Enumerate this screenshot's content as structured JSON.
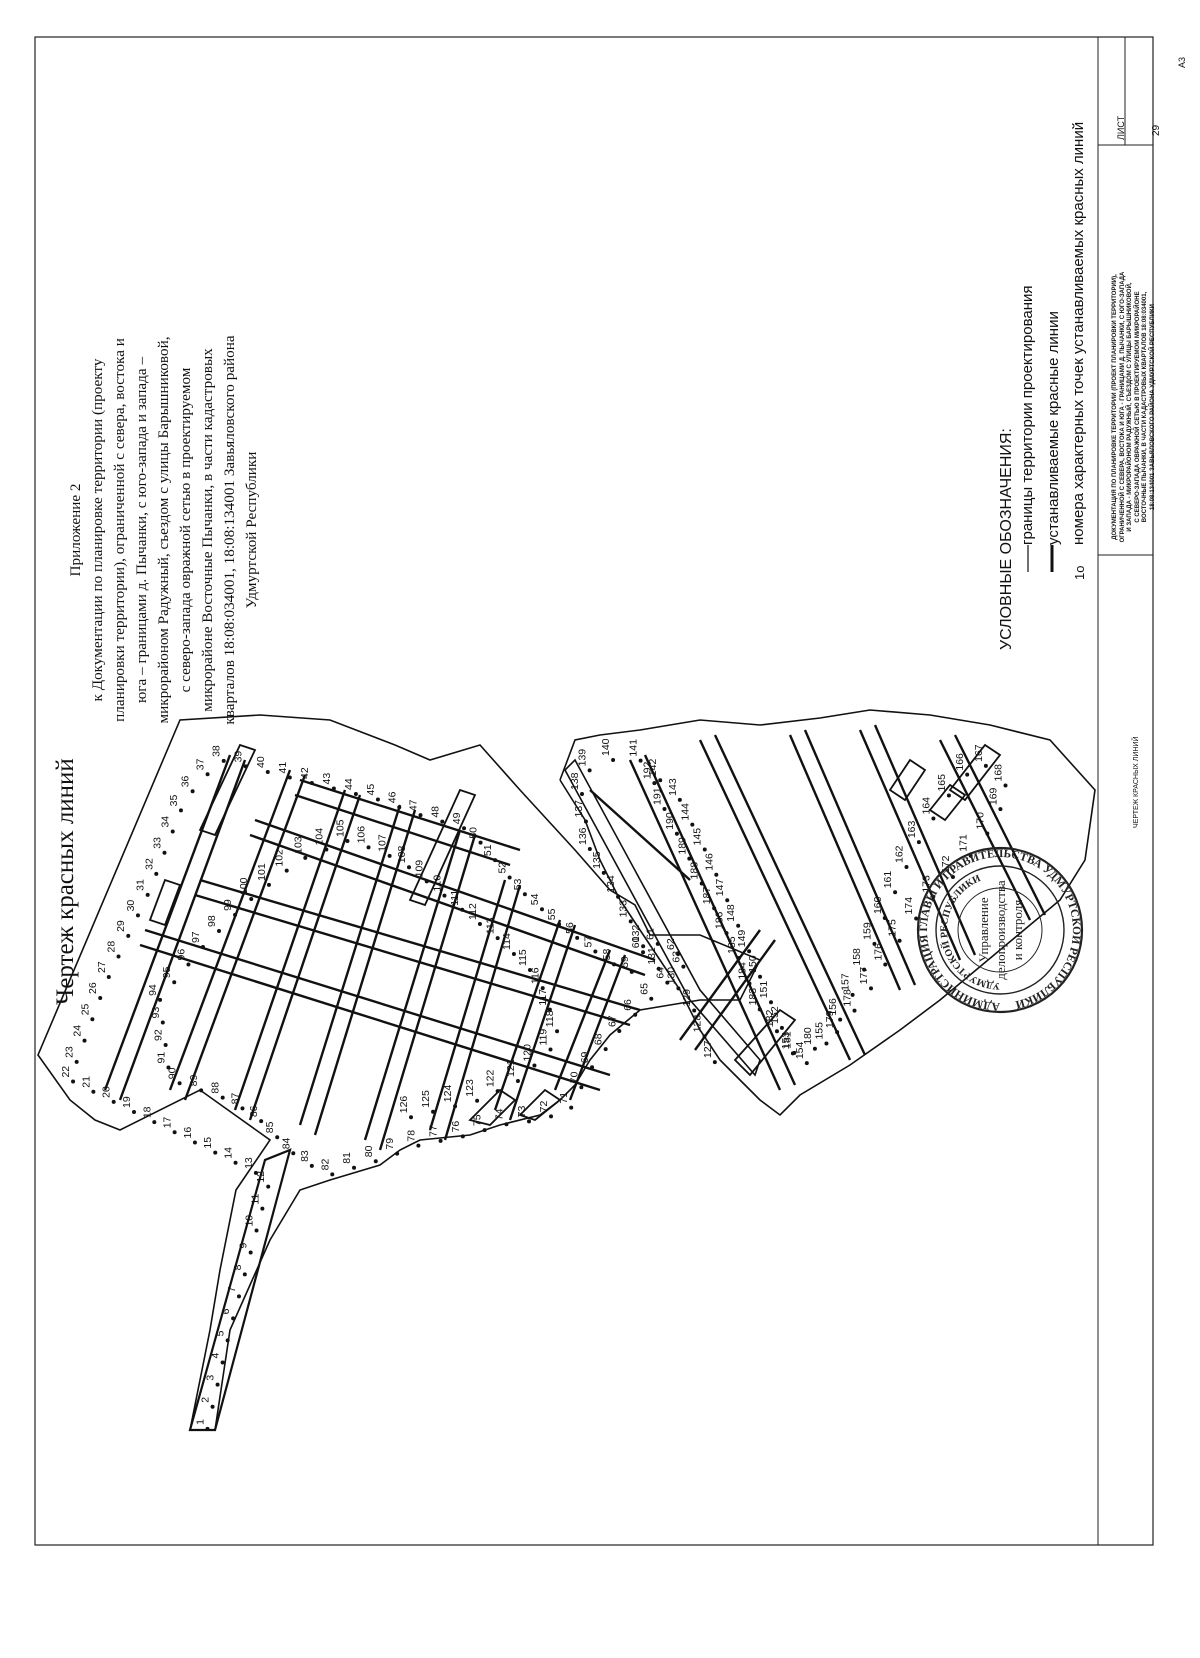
{
  "header": {
    "map_title": "Чертеж красных линий",
    "appendix": {
      "line1": "Приложение 2",
      "line2": "к Документации по планировке территории (проекту",
      "line3": "планировки территории), ограниченной с севера, востока и",
      "line4": "юга – границами д. Пычанки, с юго-запада и запада –",
      "line5": "микрорайоном Радужный, съездом с улицы Барышниковой,",
      "line6": "с северо-запада овражной сетью в проектируемом",
      "line7": "микрорайоне Восточные Пычанки, в части кадастровых",
      "line8": "кварталов 18:08:034001, 18:08:134001 Завьяловского района",
      "line9": "Удмуртской Республики"
    }
  },
  "legend": {
    "heading": "УСЛОВНЫЕ ОБОЗНАЧЕНИЯ:",
    "items": [
      {
        "label": "границы территории проектирования",
        "symbol": "thin-line"
      },
      {
        "label": "устанавливаемые красные линии",
        "symbol": "thick-line"
      },
      {
        "label": "номера характерных точек устанавливаемых красных линий",
        "symbol": "numbered-point",
        "sample": "1о"
      }
    ]
  },
  "title_block": {
    "drawing_name": "ЧЕРТЕЖ КРАСНЫХ ЛИНИЙ",
    "document": {
      "line1": "ДОКУМЕНТАЦИЯ ПО ПЛАНИРОВКЕ ТЕРРИТОРИИ (ПРОЕКТ ПЛАНИРОВКИ ТЕРРИТОРИИ),",
      "line2": "ОГРАНИЧЕННОЙ С СЕВЕРА, ВОСТОКА И ЮГА - ГРАНИЦАМИ Д. ПЫЧАНКИ, С ЮГО-ЗАПАДА",
      "line3": "И ЗАПАДА - МИКРОРАЙОНОМ РАДУЖНЫЙ, СЪЕЗДОМ С УЛИЦЫ БАРЫШНИКОВОЙ,",
      "line4": "С СЕВЕРО-ЗАПАДА ОВРАЖНОЙ СЕТЬЮ В ПРОЕКТИРУЕМОМ МИКРОРАЙОНЕ",
      "line5": "ВОСТОЧНЫЕ ПЫЧАНКИ, В ЧАСТИ КАДАСТРОВЫХ КВАРТАЛОВ 18:08:034001,",
      "line6": "18:08:134001 ЗАВЬЯЛОВСКОГО РАЙОНА УДМУРТСКОЙ РЕСПУБЛИКИ"
    },
    "sheet_label": "ЛИСТ",
    "sheet_number": "29",
    "format": "А3"
  },
  "stamp": {
    "outer_ring": "АДМИНИСТРАЦИЯ ГЛАВЫ И ПРАВИТЕЛЬСТВА УДМУРТСКОЙ РЕСПУБЛИКИ",
    "inner_ring": "УДМУРТСКОЙ РЕСПУБЛИКИ",
    "center_line1": "Управление",
    "center_line2": "делопроизводства",
    "center_line3": "и контроля"
  },
  "map": {
    "point_numbers": {
      "west_area": [
        "1",
        "2",
        "3",
        "4",
        "5",
        "6",
        "7",
        "8",
        "9",
        "10",
        "11",
        "12",
        "13",
        "14",
        "15",
        "16",
        "17",
        "18",
        "19",
        "20",
        "21",
        "22",
        "23",
        "24",
        "25",
        "26",
        "27",
        "28",
        "29",
        "30",
        "31",
        "32",
        "33",
        "34",
        "35",
        "36",
        "37",
        "38",
        "39",
        "40",
        "41",
        "42",
        "43",
        "44",
        "45",
        "46",
        "47",
        "48",
        "49",
        "50",
        "51",
        "52",
        "53",
        "54",
        "55",
        "56",
        "57",
        "58",
        "59",
        "60",
        "61",
        "62",
        "63",
        "64",
        "65",
        "66",
        "67",
        "68",
        "69",
        "70",
        "71",
        "72",
        "73",
        "74",
        "75",
        "76",
        "77",
        "78",
        "79",
        "80",
        "81",
        "82",
        "83",
        "84",
        "85",
        "86",
        "87",
        "88",
        "89",
        "90",
        "91",
        "92",
        "93",
        "94",
        "95",
        "96",
        "97",
        "98",
        "99",
        "100",
        "101",
        "102",
        "103",
        "104",
        "105",
        "106",
        "107",
        "108",
        "109",
        "110",
        "111",
        "112",
        "113",
        "114",
        "115",
        "116",
        "117",
        "118",
        "119",
        "120",
        "121",
        "122",
        "123",
        "124",
        "125",
        "126"
      ],
      "east_area": [
        "127",
        "128",
        "129",
        "130",
        "131",
        "132",
        "133",
        "134",
        "135",
        "136",
        "137",
        "138",
        "139",
        "140",
        "141",
        "142",
        "143",
        "144",
        "145",
        "146",
        "147",
        "148",
        "149",
        "150",
        "151",
        "152",
        "153",
        "154",
        "155",
        "156",
        "157",
        "158",
        "159",
        "160",
        "161",
        "162",
        "163",
        "164",
        "165",
        "166",
        "167",
        "168",
        "169",
        "170",
        "171",
        "172",
        "173",
        "174",
        "175",
        "176",
        "177",
        "178",
        "179",
        "180",
        "181",
        "182",
        "183",
        "184",
        "185",
        "186",
        "187",
        "188",
        "189",
        "190",
        "191",
        "192"
      ]
    }
  }
}
